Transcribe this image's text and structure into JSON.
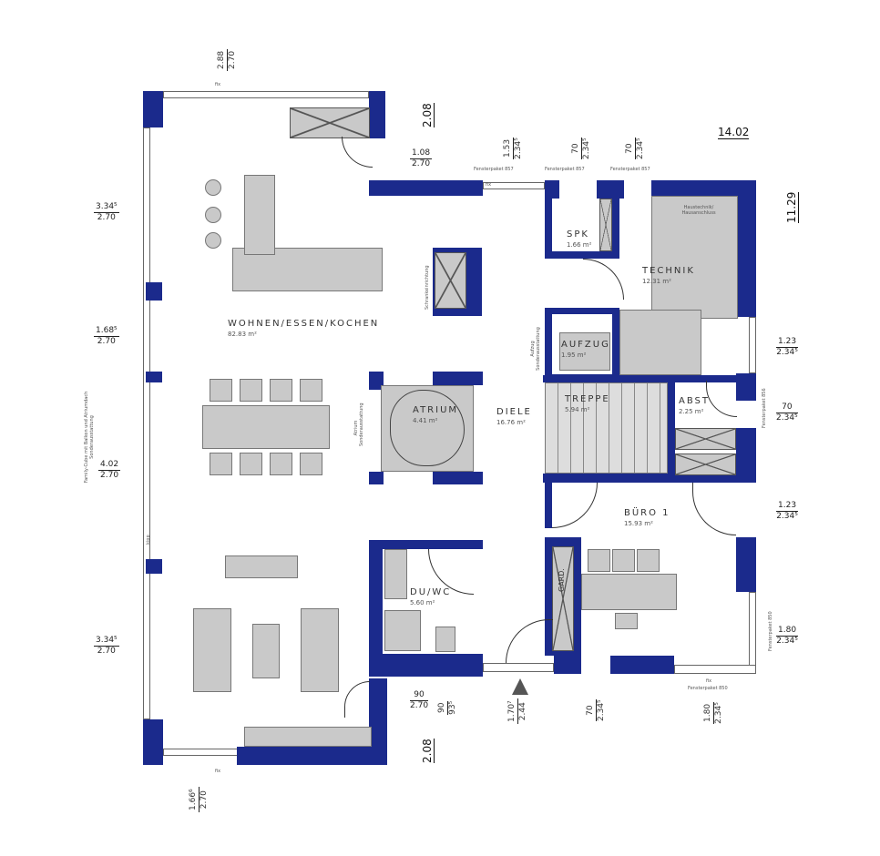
{
  "rooms": {
    "wohnen": {
      "name": "WOHNEN/ESSEN/KOCHEN",
      "area": "82.83 m²"
    },
    "spk": {
      "name": "SPK",
      "area": "1.66 m²"
    },
    "technik": {
      "name": "TECHNIK",
      "area": "12.31 m²"
    },
    "aufzug": {
      "name": "AUFZUG",
      "area": "1.95 m²"
    },
    "atrium": {
      "name": "ATRIUM",
      "area": "4.41 m²"
    },
    "diele": {
      "name": "DIELE",
      "area": "16.76 m²"
    },
    "treppe": {
      "name": "TREPPE",
      "area": "5.94 m²"
    },
    "abst": {
      "name": "ABST",
      "area": "2.25 m²"
    },
    "buero": {
      "name": "BÜRO 1",
      "area": "15.93 m²"
    },
    "duwc": {
      "name": "DU/WC",
      "area": "5.60 m²"
    }
  },
  "overall_dims": {
    "width": "14.02",
    "depth": "11.29",
    "step_top": "2.08",
    "step_bottom": "2.08"
  },
  "window_dims": {
    "top_left": [
      "2.88",
      "2.70"
    ],
    "left_1": [
      "3.34⁵",
      "2.70"
    ],
    "left_2": [
      "1.68⁵",
      "2.70"
    ],
    "left_3": [
      "4.02",
      "2.70"
    ],
    "left_4": [
      "3.34⁵",
      "2.70"
    ],
    "bottom_left": [
      "1.66⁶",
      "2.70"
    ],
    "door_top": [
      "1.08",
      "2.70"
    ],
    "top_1": [
      "1.53",
      "2.34⁵"
    ],
    "top_2": [
      "70",
      "2.34⁵"
    ],
    "top_3": [
      "70",
      "2.34⁵"
    ],
    "right_1": [
      "1.23",
      "2.34⁵"
    ],
    "right_2": [
      "70",
      "2.34⁵"
    ],
    "right_3": [
      "1.23",
      "2.34⁵"
    ],
    "right_4": [
      "1.80",
      "2.34⁵"
    ],
    "bottom_1": [
      "90",
      "2.70"
    ],
    "bottom_1b": [
      "90",
      "93⁵"
    ],
    "entrance": [
      "1.70⁷",
      "2.44"
    ],
    "bottom_2": [
      "70",
      "2.34⁵"
    ],
    "bottom_3": [
      "1.80",
      "2.34⁵"
    ]
  },
  "labels": {
    "fix": "fix",
    "kipp": "kipp",
    "fensterpaket_857": "Fensterpaket 857",
    "fensterpaket_856": "Fensterpaket 856",
    "fensterpaket_850": "Fensterpaket 850",
    "hausanschluss": "Haustechnik/ Hausanschluss",
    "family_cube": "Family-Cube mit Balkon und Atriumdach Sonderausstattung",
    "atrium_sonder": "Atrium Sonderausstattung",
    "aufzug_sonder": "Aufzug Sonderausstattung",
    "schrank": "Schrankeinrichtung",
    "garderobe": "GARD."
  },
  "colors": {
    "wall": "#1b2a8c",
    "furniture": "#c9c9c9"
  }
}
